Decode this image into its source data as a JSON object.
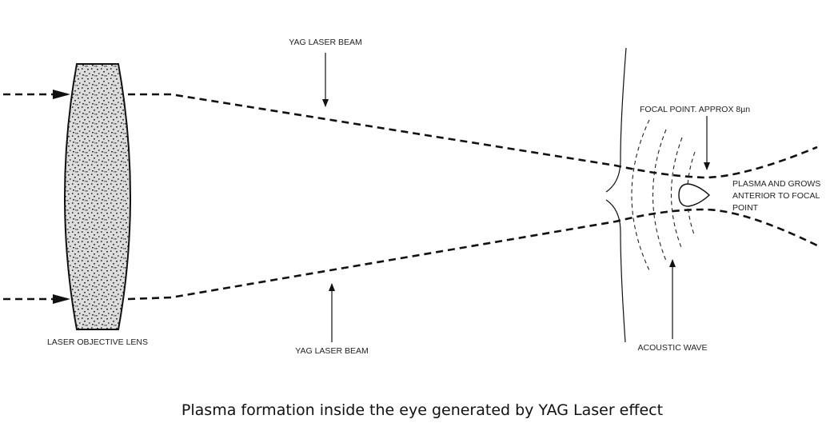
{
  "labels": {
    "beam_top": "YAG LASER BEAM",
    "beam_bottom": "YAG LASER BEAM",
    "focal_point": "FOCAL POINT. APPROX 8µn",
    "plasma_line1": "PLASMA AND GROWS",
    "plasma_line2": "ANTERIOR TO FOCAL",
    "plasma_line3": "POINT",
    "lens": "LASER OBJECTIVE LENS",
    "acoustic": "ACOUSTIC WAVE"
  },
  "caption": "Plasma formation inside the eye generated by YAG Laser effect",
  "colors": {
    "ink": "#111111",
    "lens_fill": "#d9d9d9",
    "background": "#ffffff"
  }
}
